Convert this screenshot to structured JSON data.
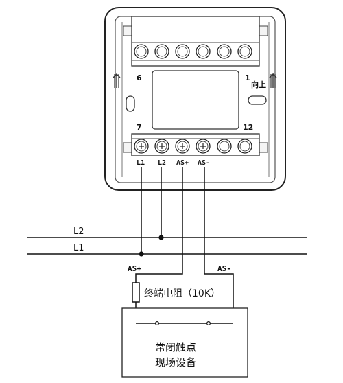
{
  "device": {
    "terminal_numbers": {
      "top_left": "6",
      "top_right": "1",
      "bottom_left": "7",
      "bottom_right": "12"
    },
    "direction_label": "向上",
    "bottom_terminal_labels": [
      "L1",
      "L2",
      "AS+",
      "AS-"
    ]
  },
  "bus": {
    "line_top": "L2",
    "line_bottom": "L1"
  },
  "wiring": {
    "as_plus": "AS+",
    "as_minus": "AS-"
  },
  "resistor_label": "终端电阻（10K）",
  "field_device": {
    "line1": "常闭触点",
    "line2": "现场设备"
  }
}
